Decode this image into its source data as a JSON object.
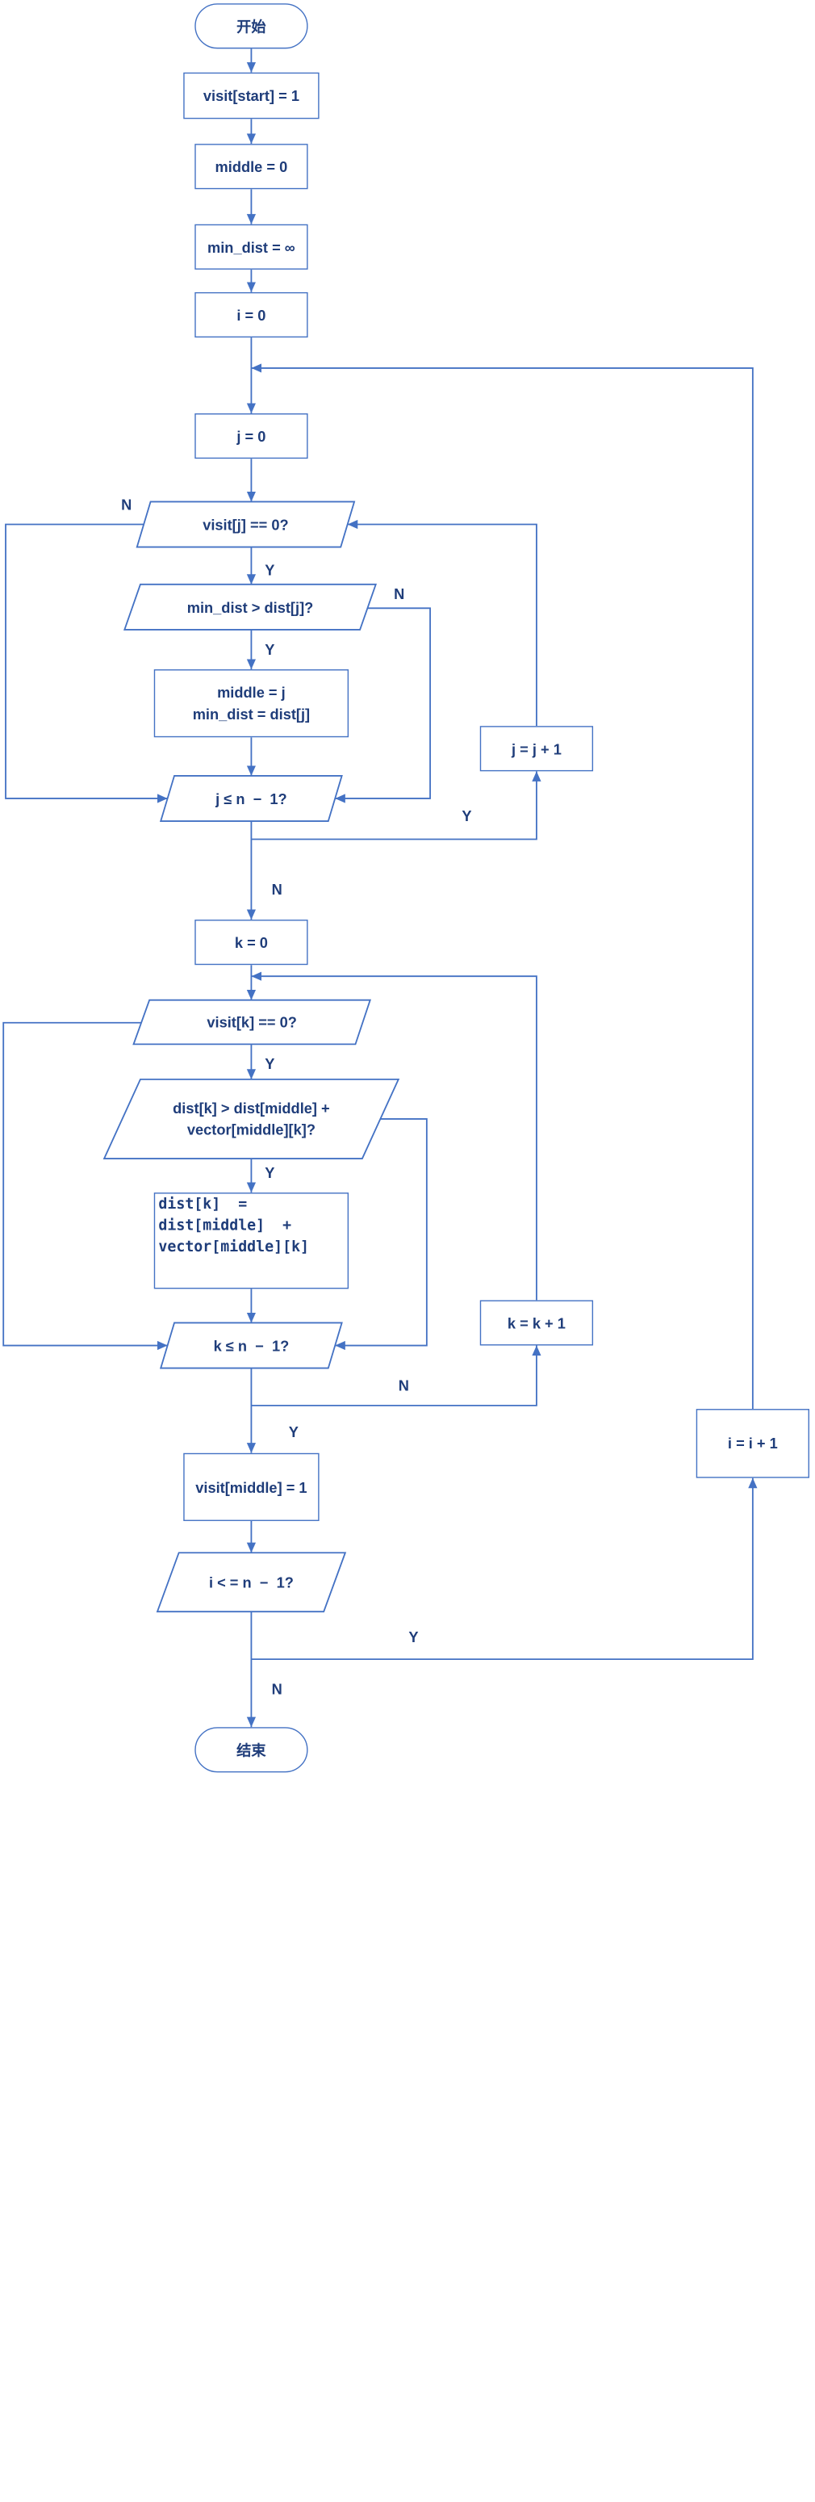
{
  "nodes": {
    "start": "开始",
    "visit_start": "visit[start] = 1",
    "middle_init": "middle = 0",
    "min_dist_init": "min_dist = ∞",
    "i_init": "i = 0",
    "j_init": "j = 0",
    "cond_visit_j": "visit[j] == 0?",
    "cond_min_dist": "min_dist > dist[j]?",
    "update_middle_line1": "middle = j",
    "update_middle_line2": "min_dist = dist[j]",
    "cond_j_loop": "j ≤ n  −  1?",
    "j_inc": "j = j + 1",
    "k_init": "k = 0",
    "cond_visit_k": "visit[k] == 0?",
    "cond_dist_line1": "dist[k] > dist[middle] +",
    "cond_dist_line2": "vector[middle][k]?",
    "update_dist_line1": "dist[k]  =",
    "update_dist_line2": "dist[middle]  +",
    "update_dist_line3": "vector[middle][k]",
    "cond_k_loop": "k ≤ n  −  1?",
    "k_inc": "k = k + 1",
    "visit_middle": "visit[middle] = 1",
    "cond_i_loop": "i < = n  −  1?",
    "i_inc": "i = i + 1",
    "end": "结束"
  },
  "labels": {
    "visit_j_no": "N",
    "visit_j_yes": "Y",
    "min_dist_no": "N",
    "min_dist_yes": "Y",
    "j_loop_yes": "Y",
    "j_loop_no": "N",
    "visit_k_yes": "Y",
    "dist_yes": "Y",
    "k_loop_no": "N",
    "k_loop_yes": "Y",
    "i_loop_yes": "Y",
    "i_loop_no": "N"
  },
  "colors": {
    "line": "#4472c4",
    "text": "#1f3d7a",
    "background": "#ffffff"
  }
}
